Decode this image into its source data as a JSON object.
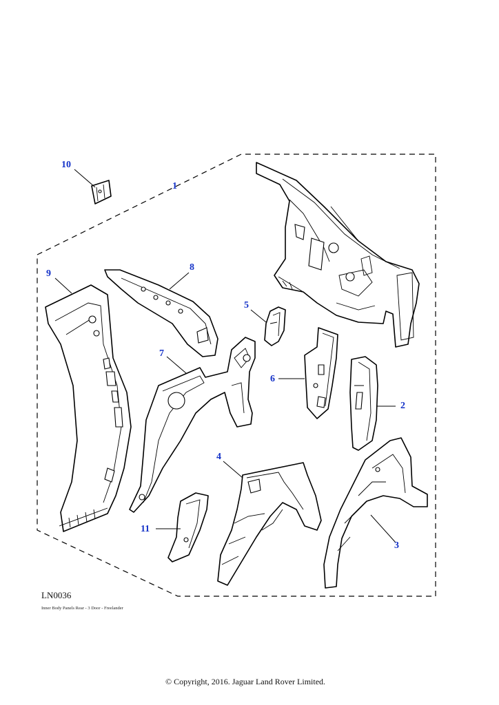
{
  "diagram": {
    "callouts": [
      {
        "id": "c1",
        "label": "1"
      },
      {
        "id": "c2",
        "label": "2"
      },
      {
        "id": "c3",
        "label": "3"
      },
      {
        "id": "c4",
        "label": "4"
      },
      {
        "id": "c5",
        "label": "5"
      },
      {
        "id": "c6",
        "label": "6"
      },
      {
        "id": "c7",
        "label": "7"
      },
      {
        "id": "c8",
        "label": "8"
      },
      {
        "id": "c9",
        "label": "9"
      },
      {
        "id": "c10",
        "label": "10"
      },
      {
        "id": "c11",
        "label": "11"
      }
    ],
    "callout_color": "#1432c8",
    "drawing_code": "LN0036",
    "caption": "Inner Body Panels Rear - 3 Door - Freelander",
    "copyright": "© Copyright, 2016. Jaguar Land Rover Limited."
  }
}
